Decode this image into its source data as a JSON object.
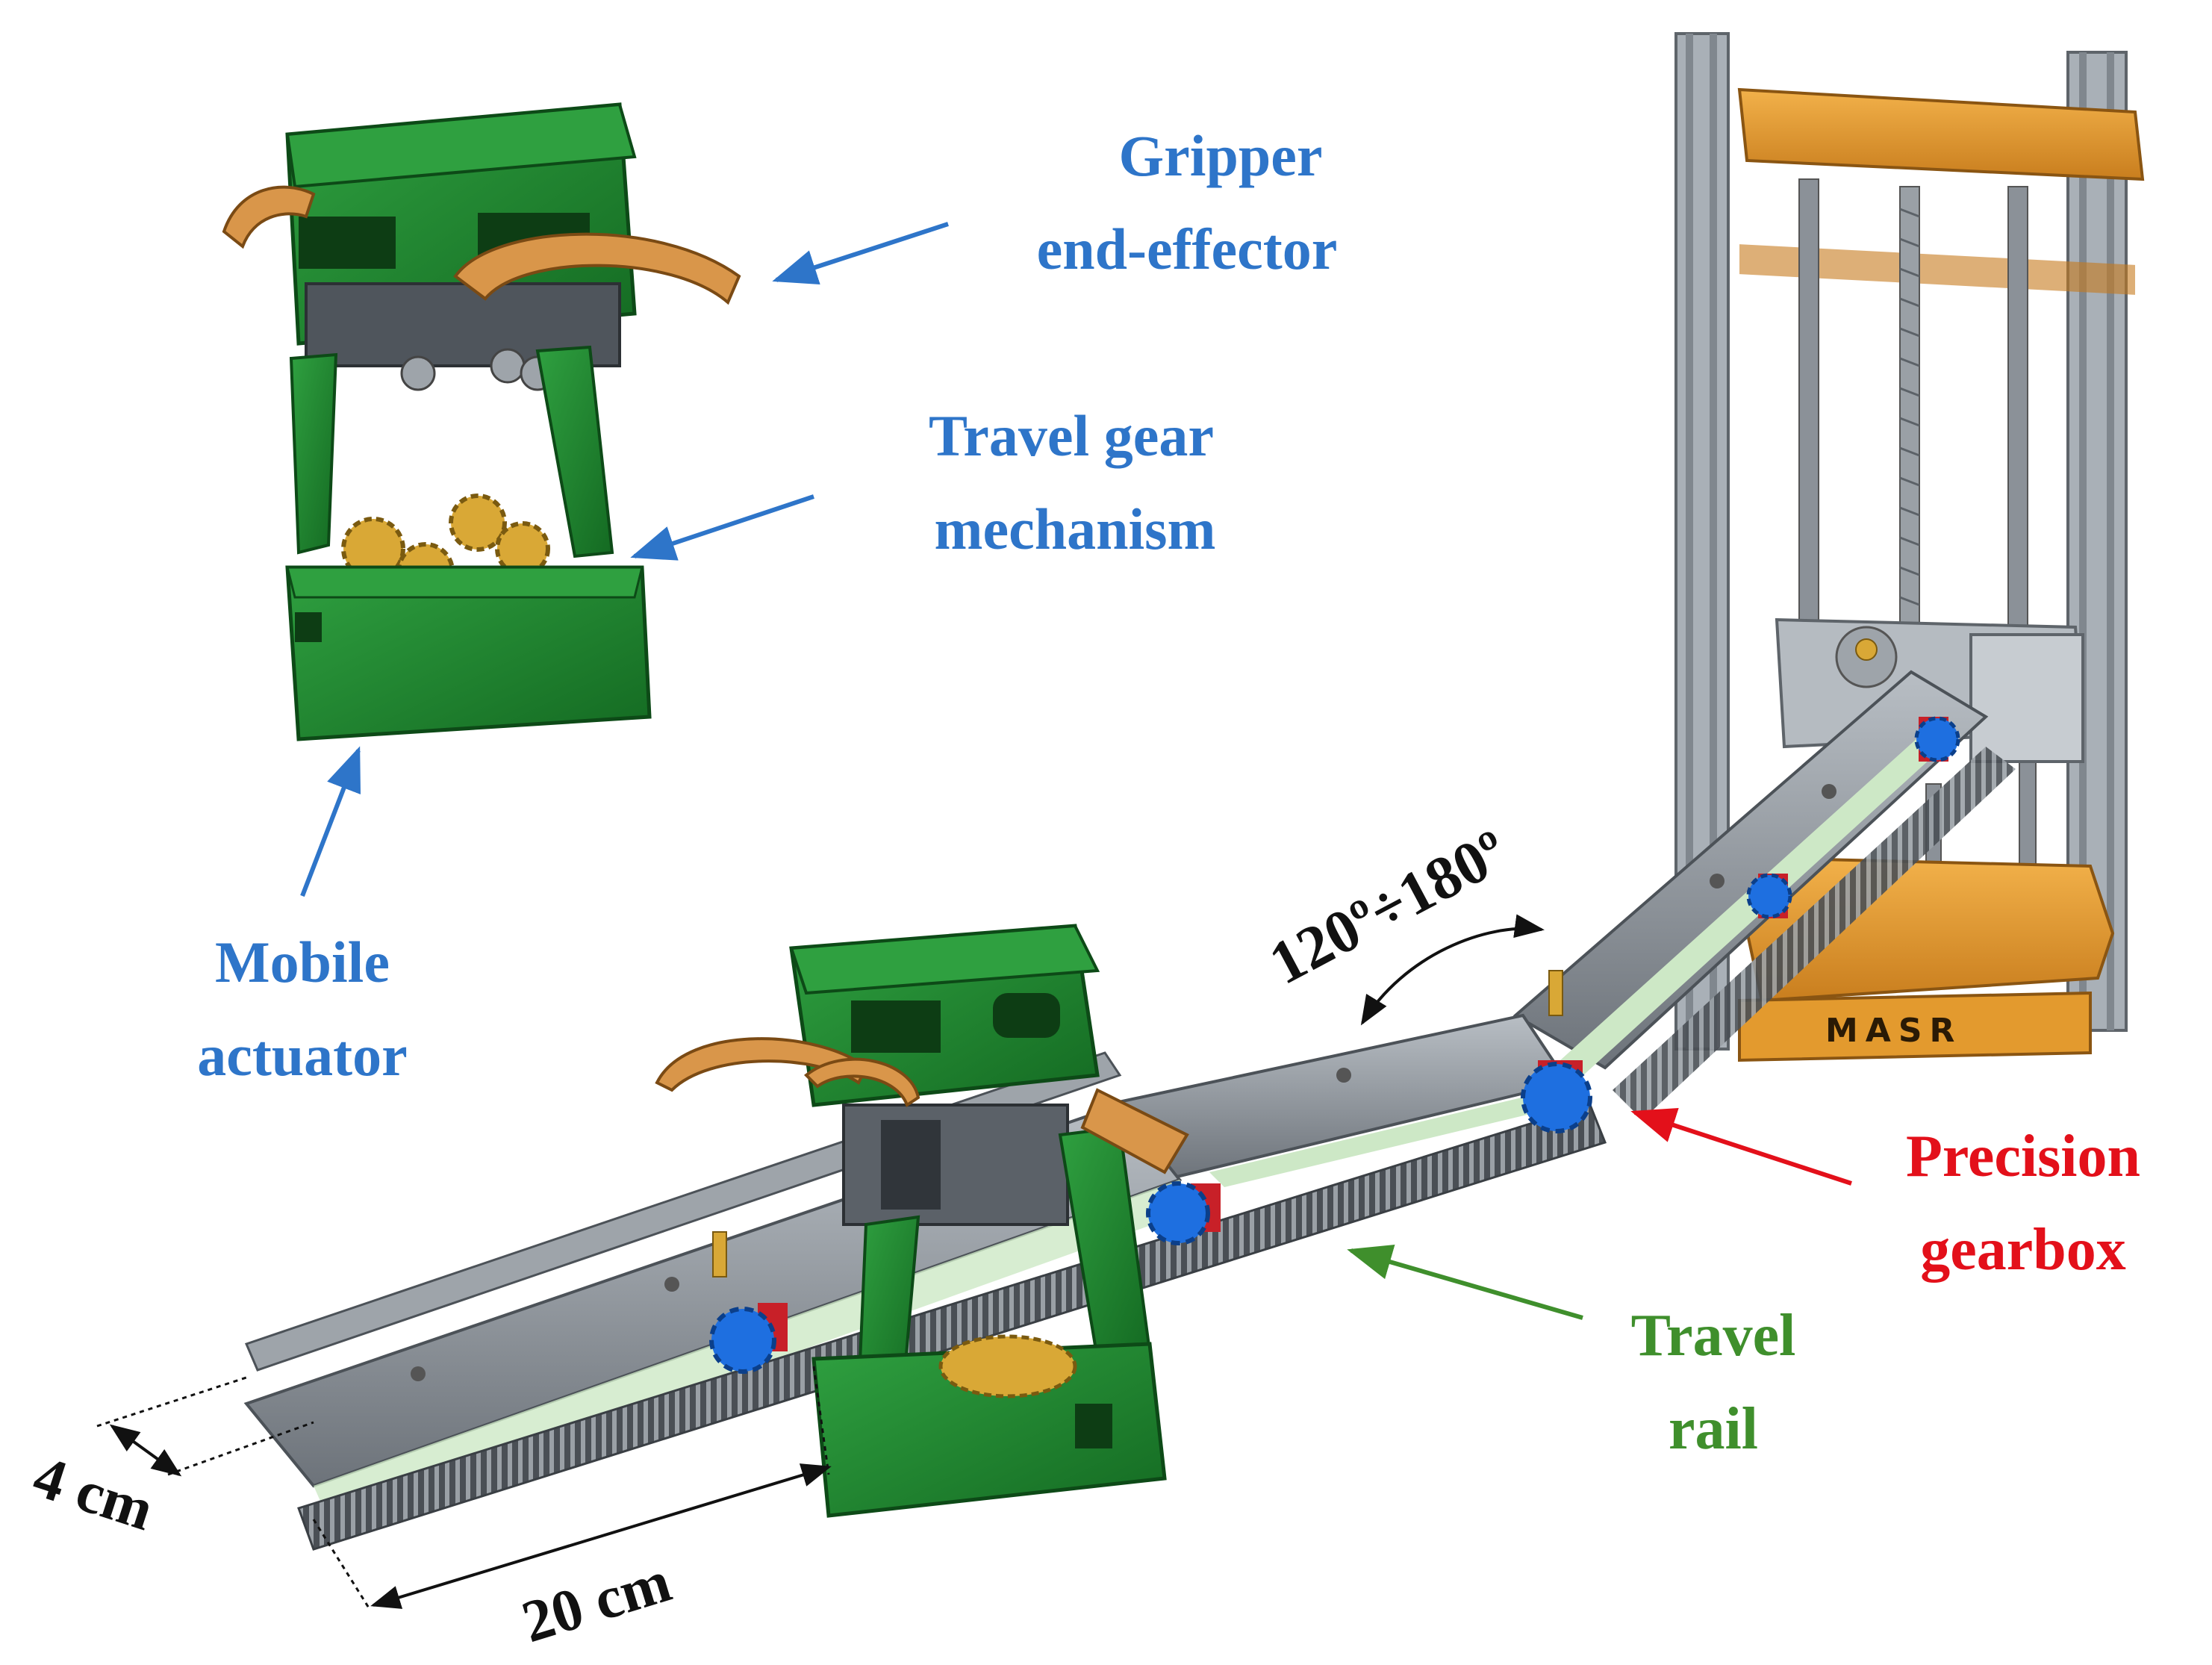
{
  "labels": {
    "gripper_line1": "Gripper",
    "gripper_line2": "end-effector",
    "travel_gear_line1": "Travel gear",
    "travel_gear_line2": "mechanism",
    "mobile_line1": "Mobile",
    "mobile_line2": "actuator",
    "angle_range": "120º÷180º",
    "precision_line1": "Precision",
    "precision_line2": "gearbox",
    "rail_line1": "Travel",
    "rail_line2": "rail",
    "dim_width": "4 cm",
    "dim_length": "20 cm"
  },
  "engravings": {
    "base_plate": "MASR"
  },
  "colors": {
    "label_blue": "#2e75c9",
    "label_red": "#e3101a",
    "label_green": "#3f8f2c",
    "label_black": "#111111",
    "actuator_green": "#1f7f2e",
    "rail_gray": "#8e959c",
    "frame_orange": "#e39a2e",
    "gear_blue": "#1e6fe0",
    "gearbox_red": "#c82028",
    "gear_gold": "#d9a836"
  }
}
